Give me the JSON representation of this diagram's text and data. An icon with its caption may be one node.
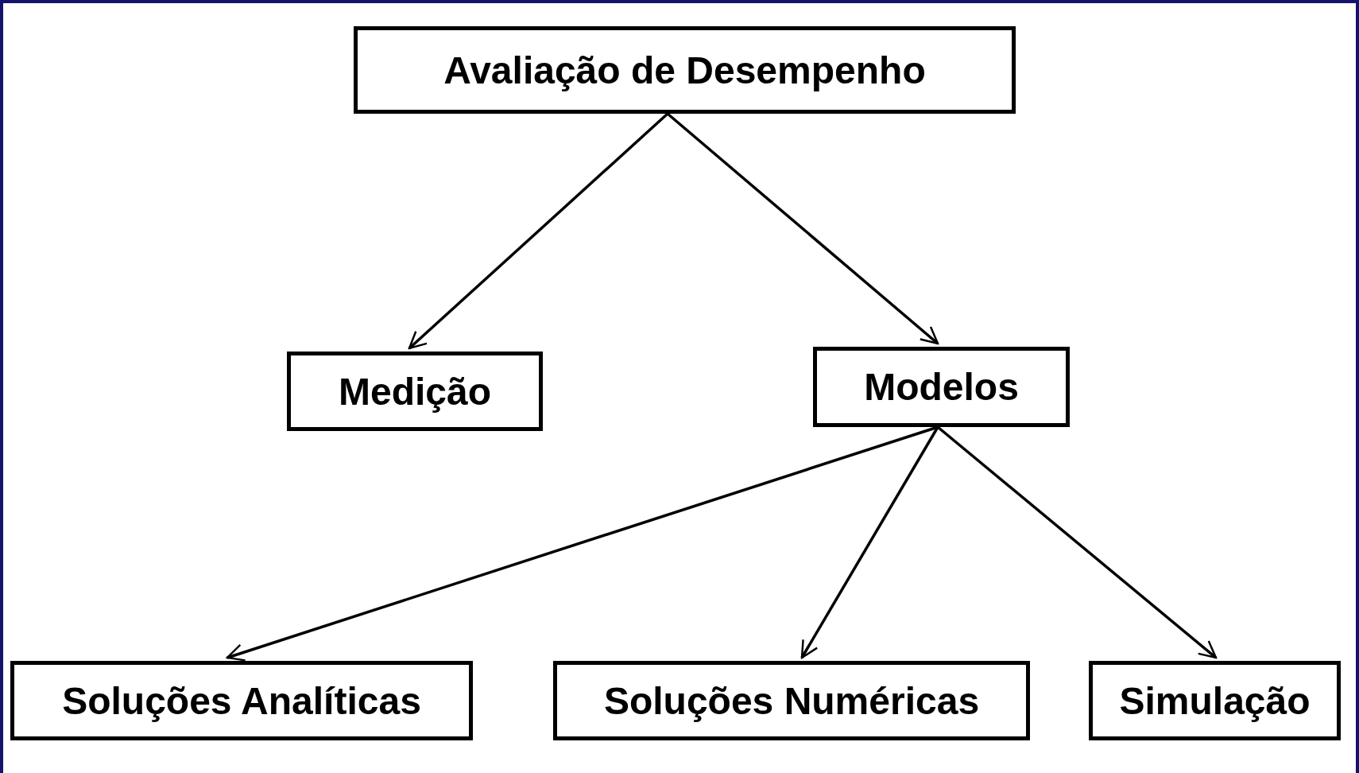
{
  "diagram": {
    "nodes": [
      {
        "text": [
          "Avaliação de Desempenho"
        ]
      },
      {
        "text": [
          "Medição"
        ]
      },
      {
        "text": [
          "Modelos"
        ]
      },
      {
        "text": [
          "Soluções Analíticas"
        ]
      },
      {
        "text": [
          "Soluções Numéricas"
        ]
      },
      {
        "text": [
          "Simulação"
        ]
      }
    ],
    "edges": [
      {
        "from": 0,
        "to": 1,
        "arrow": "to"
      },
      {
        "from": 0,
        "to": 2,
        "arrow": "to"
      },
      {
        "from": 2,
        "to": 3,
        "arrow": "to"
      },
      {
        "from": 2,
        "to": 4,
        "arrow": "to"
      },
      {
        "from": 2,
        "to": 5,
        "arrow": "to"
      }
    ]
  }
}
